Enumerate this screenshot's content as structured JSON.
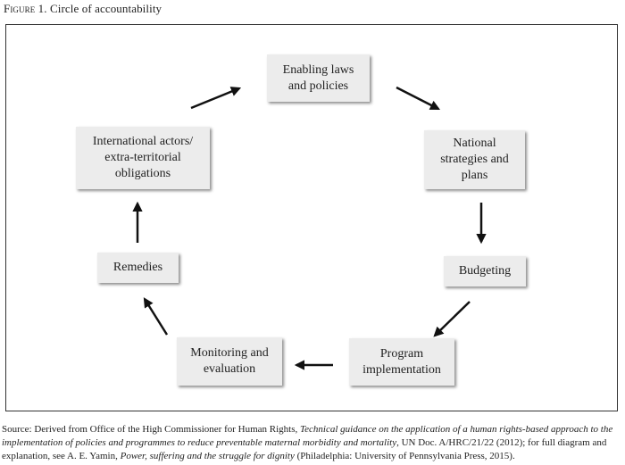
{
  "figure": {
    "label": "Figure 1.",
    "title": "Circle of accountability"
  },
  "nodes": {
    "enabling": "Enabling laws\nand policies",
    "national": "National\nstrategies and\nplans",
    "budgeting": "Budgeting",
    "program": "Program\nimplementation",
    "monitoring": "Monitoring and\nevaluation",
    "remedies": "Remedies",
    "international": "International actors/\nextra-territorial\nobligations"
  },
  "source": {
    "prefix": "Source: Derived from Office of the High Commissioner for Human Rights, ",
    "guidance_title": "Technical guidance on the application of a human rights-based approach to the implementation of policies and programmes to reduce preventable maternal morbidity and mortality",
    "middle": ", UN Doc. A/HRC/21/22 (2012); for full diagram and explanation, see A. E. Yamin, ",
    "book_title": "Power, suffering and the struggle for dignity",
    "suffix": " (Philadelphia: University of Pennsylvania Press, 2015)."
  },
  "colors": {
    "box_fill": "#ececec",
    "arrow": "#111111",
    "frame": "#333333"
  }
}
